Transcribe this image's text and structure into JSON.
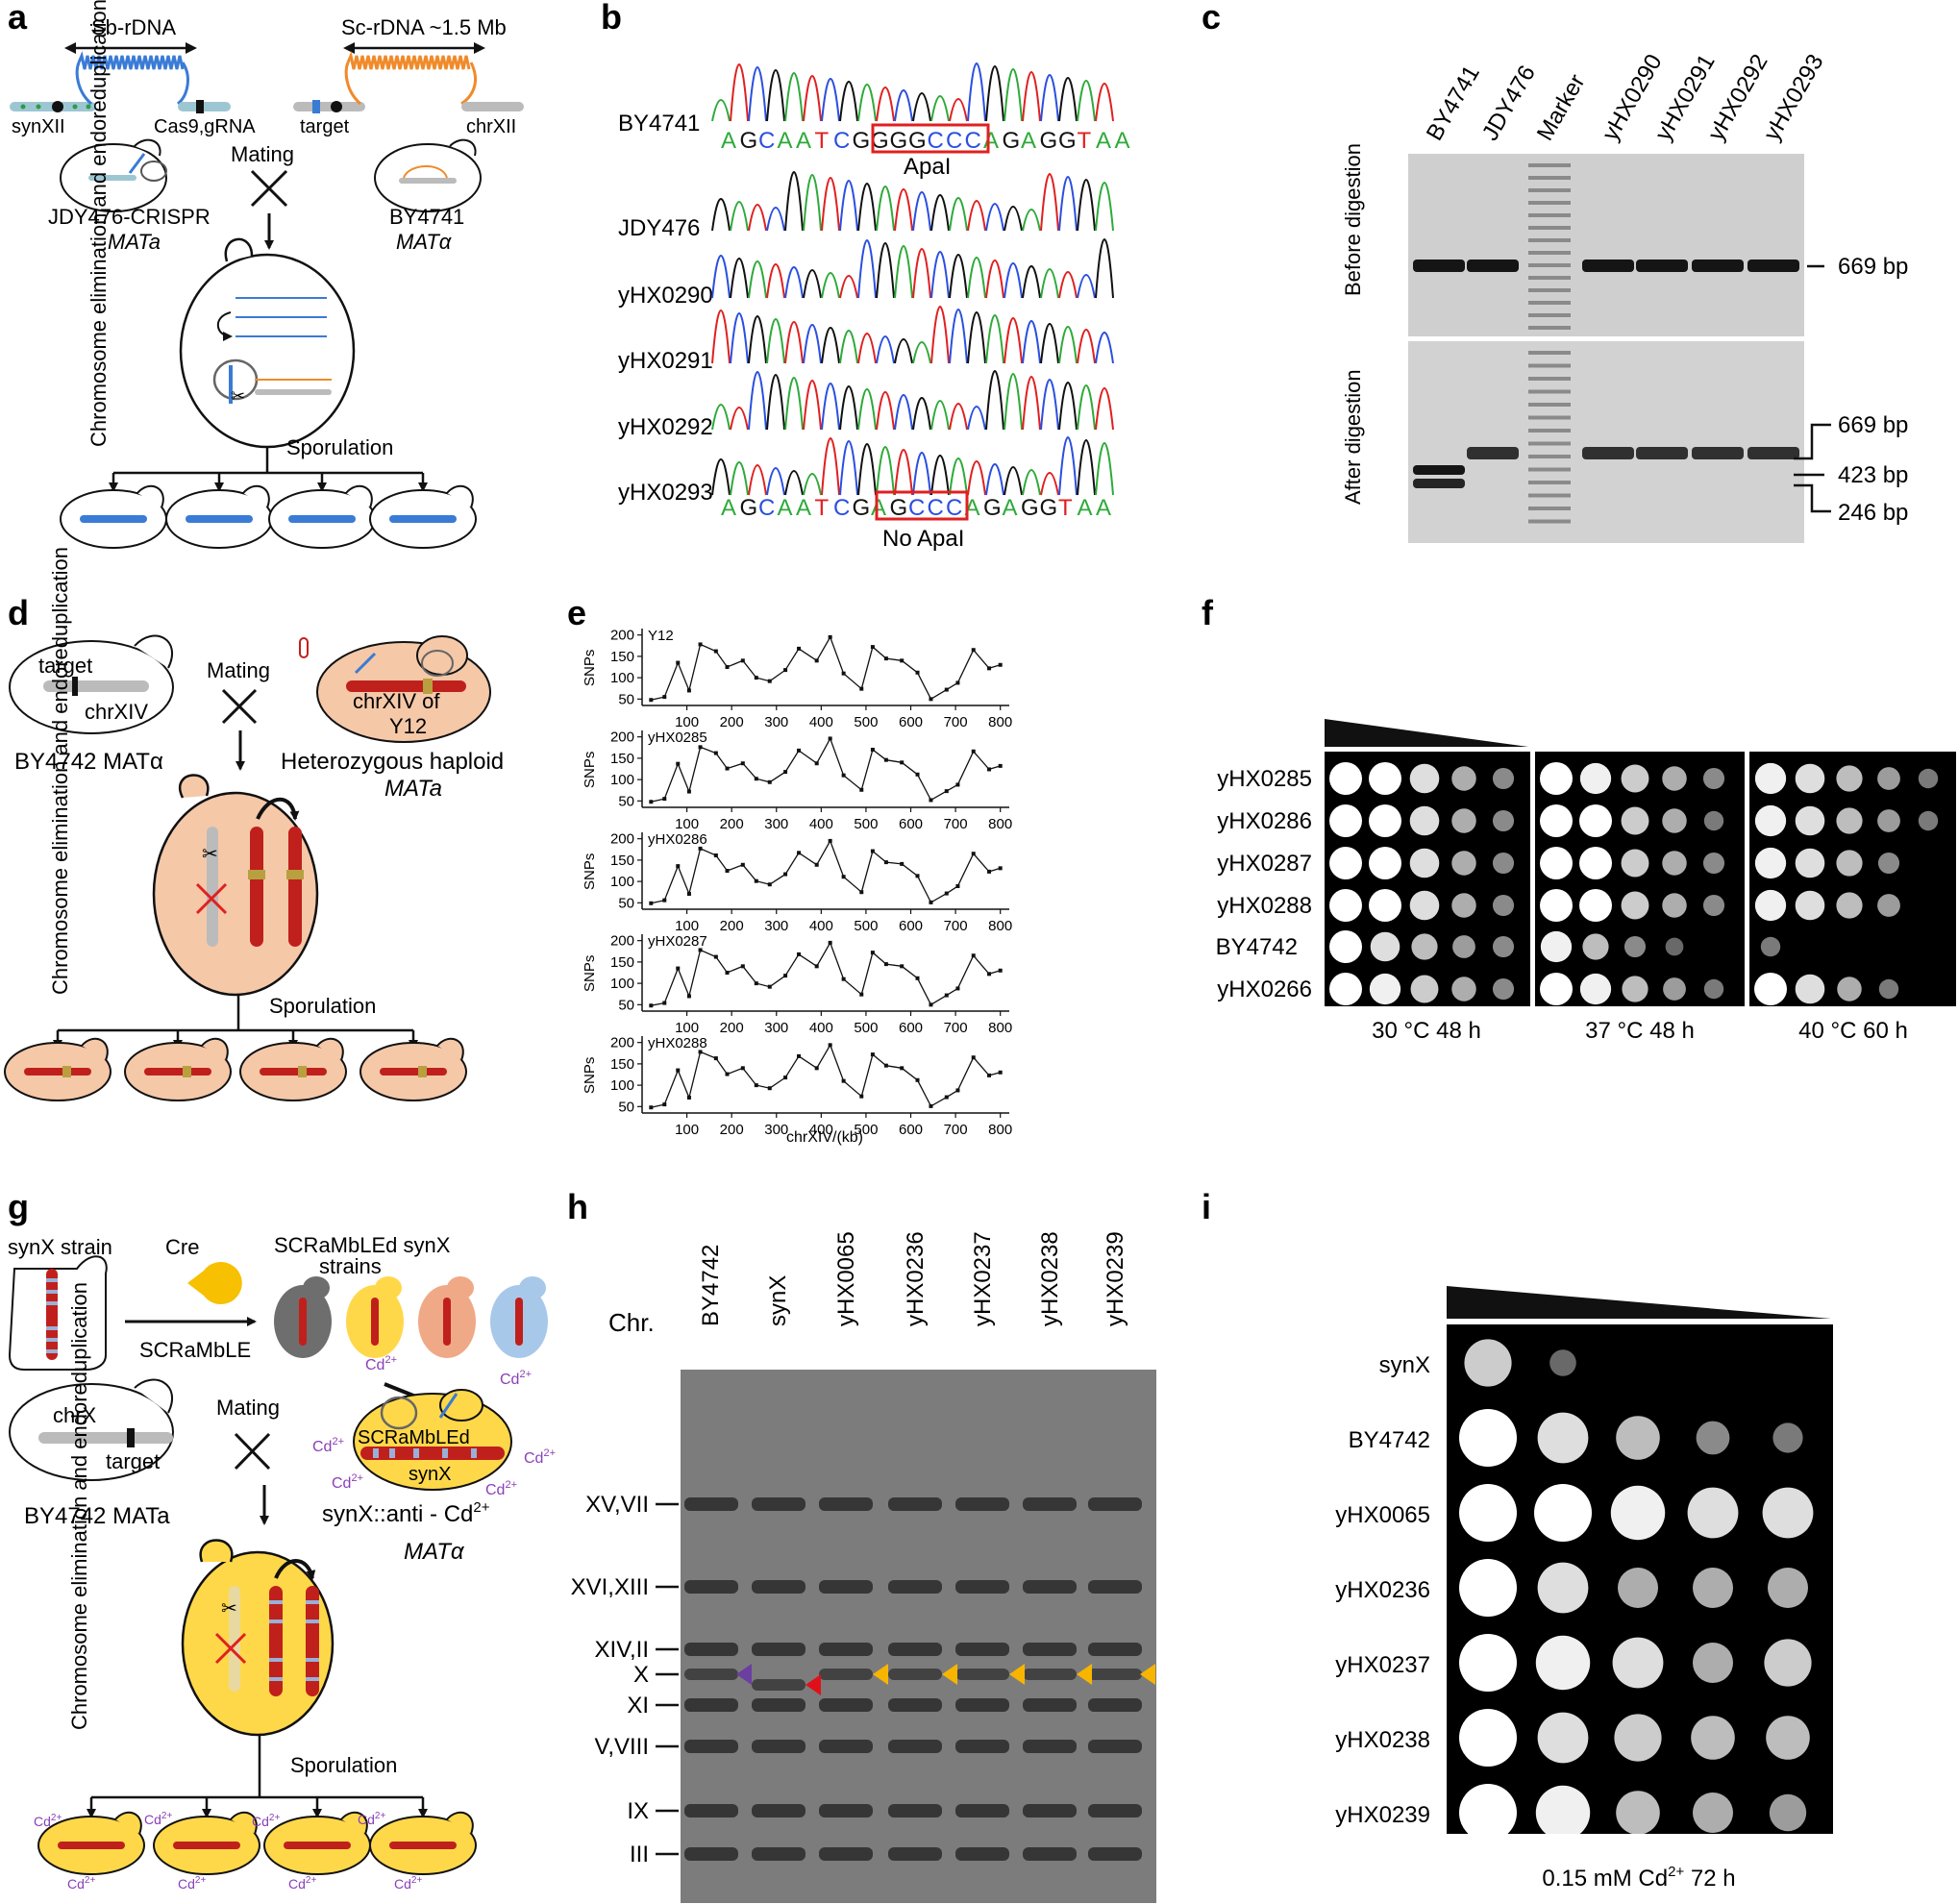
{
  "panel_letters": [
    "a",
    "b",
    "c",
    "d",
    "e",
    "f",
    "g",
    "h",
    "i"
  ],
  "panel_a": {
    "sb_rdna": "Sb-rDNA",
    "sc_rdna": "Sc-rDNA ~1.5 Mb",
    "synxii": "synXII",
    "cas9": "Cas9,gRNA",
    "target": "target",
    "chrxii": "chrXII",
    "mating": "Mating",
    "strain1": "JDY476-CRISPR",
    "strain1_mat": "MATa",
    "strain2": "BY4741",
    "strain2_mat": "MATα",
    "side": "Chromosome elimination and endoreduplication",
    "sporulation": "Sporulation"
  },
  "panel_b": {
    "strains": [
      "BY4741",
      "JDY476",
      "yHX0290",
      "yHX0291",
      "yHX0292",
      "yHX0293"
    ],
    "seq_top": "AGCAATCGGGGCCCAGAGGTAA",
    "seq_bottom": "AGCAATCGAGCCCAGAGGTAA",
    "label_top": "ApaI",
    "label_bottom": "No ApaI"
  },
  "panel_c": {
    "lanes": [
      "BY4741",
      "JDY476",
      "Marker",
      "yHX0290",
      "yHX0291",
      "yHX0292",
      "yHX0293"
    ],
    "before": "Before digestion",
    "after": "After digestion",
    "bp669": "669 bp",
    "bp669b": "669 bp",
    "bp423": "423 bp",
    "bp246": "246 bp"
  },
  "panel_d": {
    "target": "target",
    "chrxiv": "chrXIV",
    "mating": "Mating",
    "chrxiv_of": "chrXIV of",
    "y12": "Y12",
    "strain1": "BY4742 MATα",
    "strain2": "Heterozygous haploid",
    "strain2_mat": "MATa",
    "side": "Chromosome elimination and endoreduplication",
    "sporulation": "Sporulation"
  },
  "chart_data": {
    "type": "line",
    "ylabel": "SNPs",
    "xlabel": "chrXIV/(kb)",
    "xticks": [
      100,
      200,
      300,
      400,
      500,
      600,
      700,
      800
    ],
    "yticks": [
      50,
      100,
      150,
      200
    ],
    "xlim": [
      0,
      820
    ],
    "ylim": [
      35,
      215
    ],
    "x": [
      20,
      50,
      80,
      105,
      130,
      165,
      190,
      225,
      255,
      285,
      320,
      350,
      390,
      420,
      450,
      490,
      515,
      545,
      580,
      615,
      645,
      680,
      705,
      740,
      775,
      800
    ],
    "series": [
      {
        "name": "Y12",
        "values": [
          48,
          55,
          135,
          70,
          178,
          162,
          125,
          140,
          100,
          92,
          118,
          168,
          140,
          195,
          110,
          74,
          172,
          145,
          140,
          112,
          50,
          72,
          88,
          165,
          122,
          130
        ]
      },
      {
        "name": "yHX0285",
        "values": [
          48,
          55,
          137,
          72,
          176,
          162,
          126,
          138,
          102,
          94,
          118,
          168,
          138,
          196,
          110,
          76,
          170,
          146,
          140,
          112,
          52,
          73,
          88,
          166,
          124,
          132
        ]
      },
      {
        "name": "yHX0286",
        "values": [
          49,
          56,
          136,
          71,
          177,
          161,
          125,
          139,
          101,
          93,
          117,
          167,
          139,
          195,
          111,
          75,
          171,
          145,
          141,
          113,
          51,
          72,
          89,
          165,
          123,
          131
        ]
      },
      {
        "name": "yHX0287",
        "values": [
          48,
          54,
          135,
          70,
          178,
          162,
          125,
          140,
          100,
          92,
          118,
          168,
          140,
          195,
          110,
          74,
          172,
          145,
          140,
          112,
          50,
          72,
          88,
          165,
          122,
          130
        ]
      },
      {
        "name": "yHX0288",
        "values": [
          48,
          55,
          135,
          71,
          178,
          163,
          126,
          140,
          100,
          93,
          118,
          168,
          140,
          194,
          110,
          74,
          172,
          146,
          140,
          112,
          51,
          72,
          88,
          165,
          123,
          130
        ]
      }
    ]
  },
  "panel_f": {
    "strains": [
      "yHX0285",
      "yHX0286",
      "yHX0287",
      "yHX0288",
      "BY4742",
      "yHX0266"
    ],
    "conditions": [
      "30 °C  48 h",
      "37 °C  48 h",
      "40 °C  60 h"
    ]
  },
  "panel_g": {
    "synx_strain": "synX   strain",
    "cre": "Cre",
    "scramble": "SCRaMbLE",
    "scrambled_title": "SCRaMbLEd synX",
    "scrambled_title2": "strains",
    "chrx": "chrX",
    "target": "target",
    "mating": "Mating",
    "scrambled_in": "SCRaMbLEd",
    "synx_in": "synX",
    "strain1": "BY4742 MATa",
    "strain2": "synX::anti - Cd",
    "strain2_mat": "MATα",
    "side": "Chromosome elimination and endoreduplication",
    "sporulation": "Sporulation",
    "cd": "Cd",
    "cd_sup": "2+"
  },
  "panel_h": {
    "chr_title": "Chr.",
    "lanes": [
      "BY4742",
      "synX",
      "yHX0065",
      "yHX0236",
      "yHX0237",
      "yHX0238",
      "yHX0239"
    ],
    "bands": [
      "XV,VII",
      "XVI,XIII",
      "XIV,II",
      "X",
      "XI",
      "V,VIII",
      "IX",
      "III"
    ]
  },
  "panel_i": {
    "strains": [
      "synX",
      "BY4742",
      "yHX0065",
      "yHX0236",
      "yHX0237",
      "yHX0238",
      "yHX0239"
    ],
    "condition": "0.15 mM  Cd",
    "cond_sup": "2+",
    "cond_time": " 72 h"
  },
  "colors": {
    "sb_rdna": "#3a7bd5",
    "sc_rdna": "#f08a2a",
    "chromosome_red": "#c0201c",
    "cell_pink": "#f5c8a8",
    "cell_yellow": "#ffd84a",
    "chrom_gray": "#b8b8b8",
    "arrow_purple": "#6a3fa0",
    "arrow_red": "#e0101a",
    "arrow_yellow": "#f7b500",
    "cd_purple": "#8a3fb8",
    "base_A": "#2eaa3a",
    "base_C": "#2a4fe0",
    "base_G": "#111111",
    "base_T": "#e02020"
  }
}
